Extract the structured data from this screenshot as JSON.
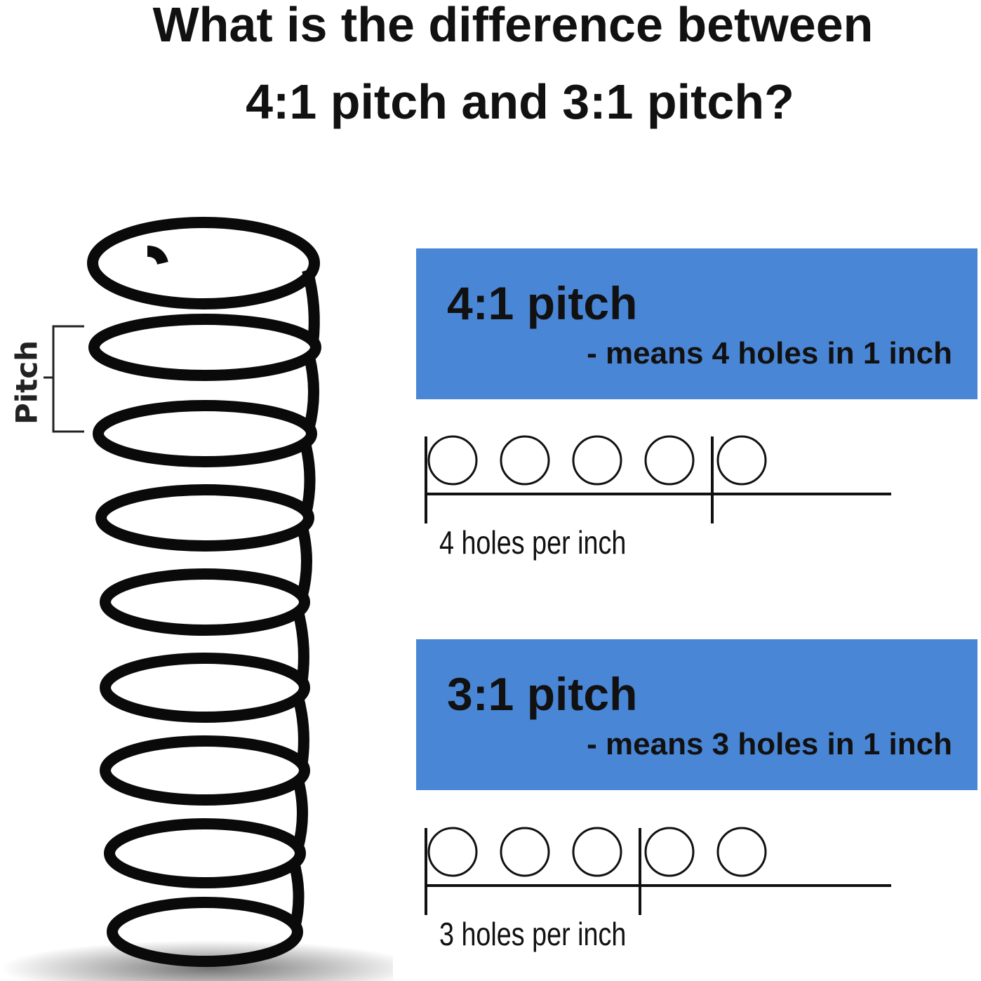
{
  "title": {
    "line1": "What is the difference between",
    "line2": "4:1 pitch and 3:1 pitch?"
  },
  "coil": {
    "label": "Pitch",
    "color": "#0a0a0a"
  },
  "pitches": [
    {
      "heading": "4:1 pitch",
      "description": "- means 4 holes in 1 inch",
      "caption": "4 holes per inch",
      "holes_per_inch": 4,
      "holes_shown": 5
    },
    {
      "heading": "3:1 pitch",
      "description": "- means 3 holes in 1 inch",
      "caption": "3 holes per inch",
      "holes_per_inch": 3,
      "holes_shown": 5
    }
  ],
  "colors": {
    "box_fill": "#4a86d6",
    "text": "#111111",
    "background": "#ffffff"
  }
}
